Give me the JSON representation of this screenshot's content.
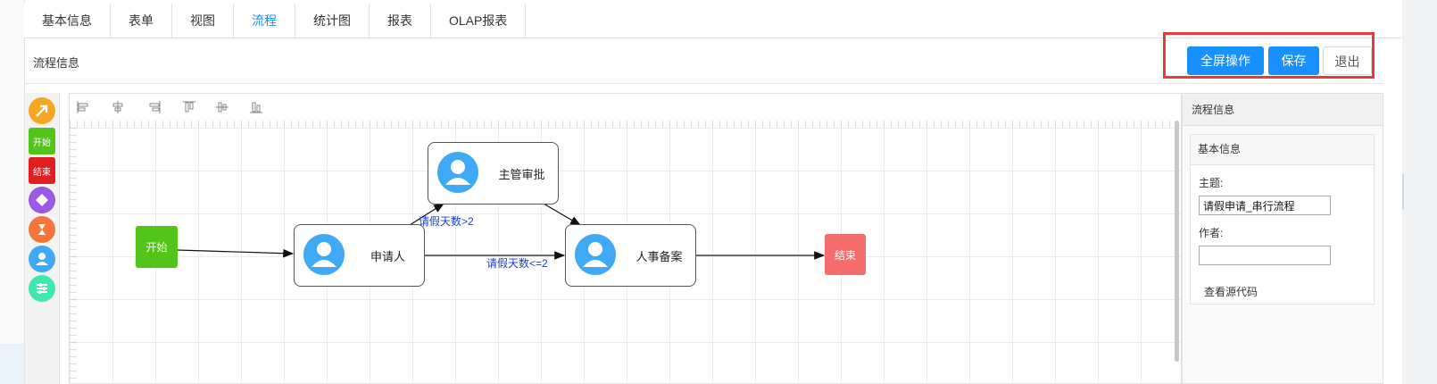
{
  "tabs": [
    {
      "label": "基本信息",
      "active": false
    },
    {
      "label": "表单",
      "active": false
    },
    {
      "label": "视图",
      "active": false
    },
    {
      "label": "流程",
      "active": true
    },
    {
      "label": "统计图",
      "active": false
    },
    {
      "label": "报表",
      "active": false
    },
    {
      "label": "OLAP报表",
      "active": false
    }
  ],
  "section": {
    "label": "流程信息"
  },
  "actions": {
    "fullscreen": "全屏操作",
    "save": "保存",
    "exit": "退出"
  },
  "palette": {
    "start": "开始",
    "end": "结束",
    "items": [
      "arrow-transition-icon",
      "start-node-tool",
      "end-node-tool",
      "gateway-diamond-icon",
      "timer-node-icon",
      "user-task-icon",
      "settings-sliders-icon"
    ]
  },
  "align_tools": [
    "align-left-icon",
    "align-center-icon",
    "align-right-icon",
    "align-top-icon",
    "align-middle-icon",
    "align-bottom-icon"
  ],
  "flow": {
    "nodes": {
      "start": "开始",
      "applicant": "申请人",
      "manager": "主管审批",
      "hr": "人事备案",
      "end": "结束"
    },
    "edges": {
      "gt2": "请假天数>2",
      "le2": "请假天数<=2"
    }
  },
  "props": {
    "title": "流程信息",
    "card_title": "基本信息",
    "subject_label": "主题:",
    "subject_value": "请假申请_串行流程",
    "author_label": "作者:",
    "author_value": "",
    "view_source": "查看源代码"
  },
  "colors": {
    "accent": "#1890ff",
    "highlight": "#e8393f",
    "start": "#52c41a",
    "end": "#f56c6c",
    "edge_label": "#1a3fd6"
  }
}
